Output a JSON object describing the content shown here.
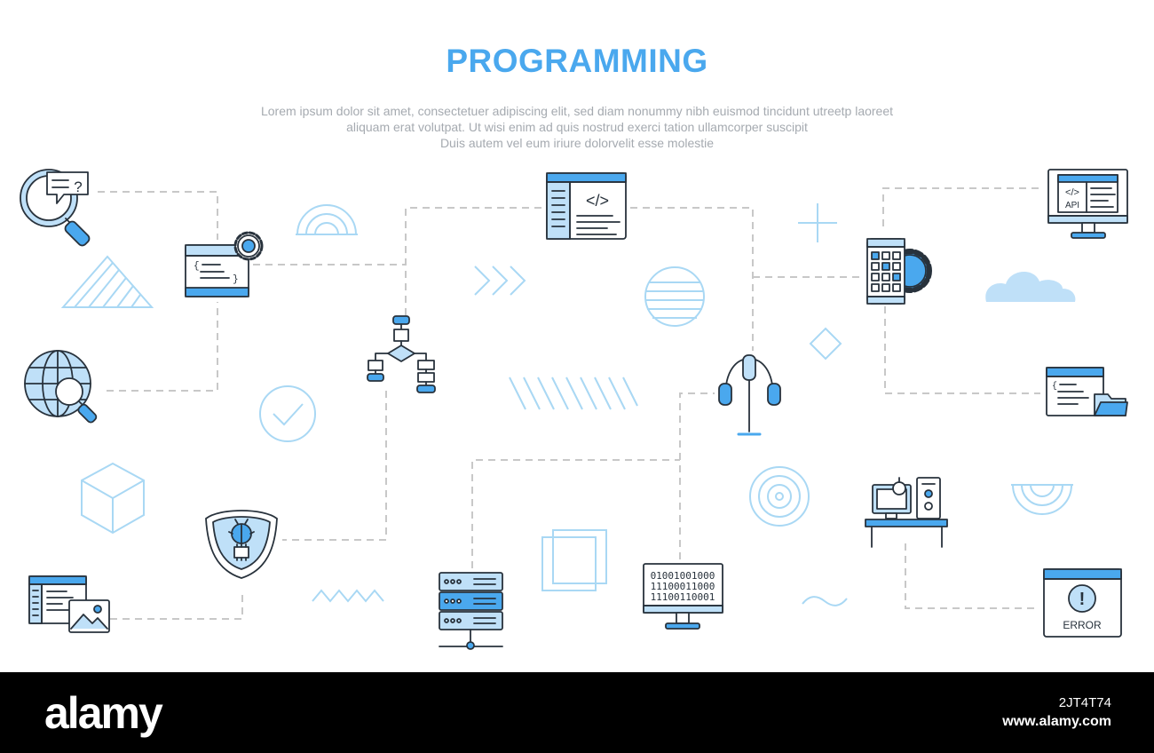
{
  "page": {
    "title": "PROGRAMMING",
    "description_lines": [
      "Lorem ipsum dolor sit amet, consectetuer adipiscing elit, sed diam nonummy nibh euismod tincidunt utreetp laoreet",
      "aliquam erat volutpat. Ut wisi enim ad  quis nostrud exerci tation ullamcorper suscipit",
      "Duis autem vel eum iriure dolorvelit esse molestie"
    ]
  },
  "icons": {
    "code_window_symbol": "</>",
    "api_symbol": "</>",
    "api_label": "API",
    "binary_lines": [
      "01001001000",
      "11100011000",
      "11100110001"
    ],
    "error_symbol": "!",
    "error_label": "ERROR",
    "code_brace_open": "{",
    "code_brace_close": "}",
    "question_mark": "?"
  },
  "colors": {
    "accent": "#4aa8ee",
    "dark_outline": "#28323c",
    "light_fill": "#bfe0f8",
    "decor": "#a9d8f4",
    "connector": "#c8c8c8"
  },
  "footer": {
    "brand": "alamy",
    "image_id": "2JT4T74",
    "site": "www.alamy.com"
  }
}
